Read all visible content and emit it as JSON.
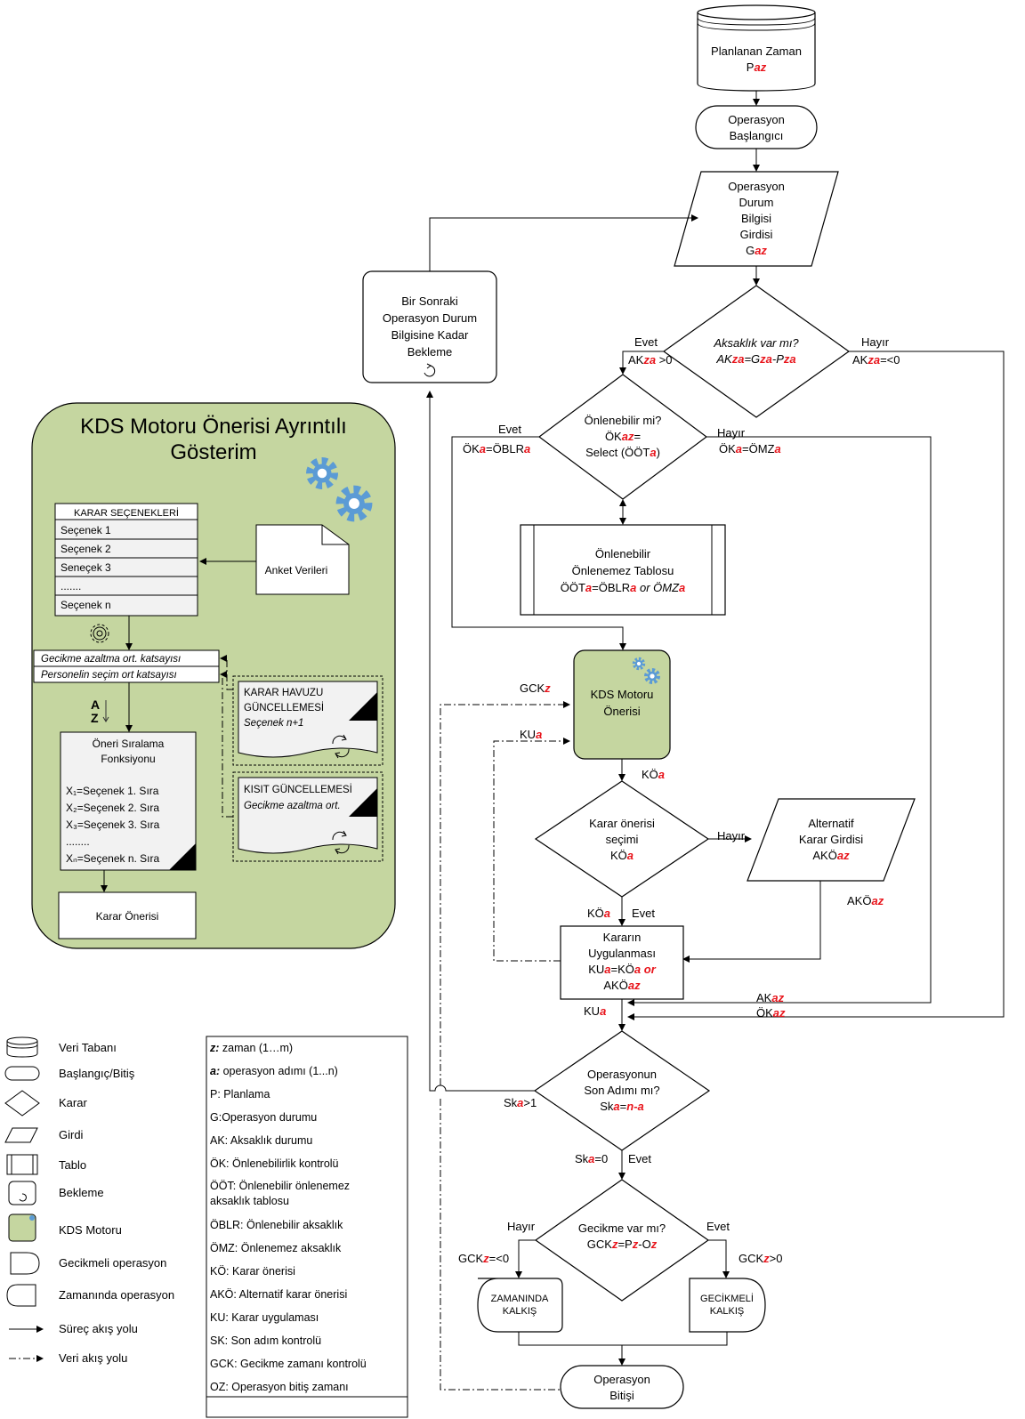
{
  "flow": {
    "db_line1": "Planlanan  Zaman",
    "db_line2": "P",
    "db_sub": "az",
    "start_line1": "Operasyon",
    "start_line2": "Başlangıcı",
    "input_l1": "Operasyon",
    "input_l2": "Durum",
    "input_l3": "Bilgisi",
    "input_l4": "Girdisi",
    "input_l5": "G",
    "input_sub": "az",
    "wait_l1": "Bir Sonraki",
    "wait_l2": "Operasyon Durum",
    "wait_l3": "Bilgisine Kadar",
    "wait_l4": "Bekleme",
    "d1_q": "Aksaklık var mı?",
    "d1_f_a": "AK",
    "d1_f_b": "za",
    "d1_f_c": "=G",
    "d1_f_d": "za",
    "d1_f_e": "-P",
    "d1_f_f": "za",
    "d1_yes": "Evet",
    "d1_no": "Hayır",
    "d1_yes_cond_a": "AK",
    "d1_yes_cond_b": "za",
    "d1_yes_cond_c": " >0",
    "d1_no_cond_a": "AK",
    "d1_no_cond_b": "za",
    "d1_no_cond_c": "=<0",
    "d2_q": "Önlenebilir mi?",
    "d2_f1_a": "ÖK",
    "d2_f1_b": "az",
    "d2_f1_c": "=",
    "d2_f2_a": "Select (ÖÖT",
    "d2_f2_b": "a",
    "d2_f2_c": ")",
    "d2_yes": "Evet",
    "d2_no": "Hayır",
    "d2_yes_cond_a": "ÖK",
    "d2_yes_cond_b": "a",
    "d2_yes_cond_c": "=ÖBLR",
    "d2_yes_cond_d": "a",
    "d2_no_cond_a": "ÖK",
    "d2_no_cond_b": "a",
    "d2_no_cond_c": "=ÖMZ",
    "d2_no_cond_d": "a",
    "table_l1": "Önlenebilir",
    "table_l2": "Önlenemez Tablosu",
    "table_l3_a": "ÖÖT",
    "table_l3_b": "a",
    "table_l3_c": "=ÖBLR",
    "table_l3_d": "a",
    "table_l3_e": " or ÖMZ",
    "table_l3_f": "a",
    "kds_l1": "KDS Motoru",
    "kds_l2": "Önerisi",
    "gck_label_a": "GCK",
    "gck_label_b": "z",
    "ku_label_a": "KU",
    "ku_label_b": "a",
    "ko_label_a": "KÖ",
    "ko_label_b": "a",
    "d3_l1": "Karar önerisi",
    "d3_l2": "seçimi",
    "d3_l3_a": "KÖ",
    "d3_l3_b": "a",
    "d3_no": "Hayır",
    "d3_yes": "Evet",
    "d3_yes_cond_a": "KÖ",
    "d3_yes_cond_b": "a",
    "alt_l1": "Alternatif",
    "alt_l2": "Karar  Girdisi",
    "alt_l3_a": "AKÖ",
    "alt_l3_b": "az",
    "ako_label_a": "AKÖ",
    "ako_label_b": "az",
    "apply_l1": "Kararın",
    "apply_l2": "Uygulanması",
    "apply_l3_a": "KU",
    "apply_l3_b": "a",
    "apply_l3_c": "=KÖ",
    "apply_l3_d": "a or",
    "apply_l4_a": "AKÖ",
    "apply_l4_b": "az",
    "ku2_a": "KU",
    "ku2_b": "a",
    "akz_a": "AK",
    "akz_b": "az",
    "okz_a": "ÖK",
    "okz_b": "az",
    "d4_l1": "Operasyonun",
    "d4_l2": "Son Adımı mı?",
    "d4_l3_a": "Sk",
    "d4_l3_b": "a",
    "d4_l3_c": "=",
    "d4_l3_d": "n-a",
    "d4_left_a": "Sk",
    "d4_left_b": "a",
    "d4_left_c": ">1",
    "d4_bottom_a": "Sk",
    "d4_bottom_b": "a",
    "d4_bottom_c": "=0",
    "d4_yes": "Evet",
    "d5_l1": "Gecikme var mı?",
    "d5_l2_a": "GCK",
    "d5_l2_b": "z",
    "d5_l2_c": "=P",
    "d5_l2_d": "z",
    "d5_l2_e": "-O",
    "d5_l2_f": "z",
    "d5_no": "Hayır",
    "d5_yes": "Evet",
    "d5_no_cond_a": "GCK",
    "d5_no_cond_b": "z",
    "d5_no_cond_c": "=<0",
    "d5_yes_cond_a": "GCK",
    "d5_yes_cond_b": "z",
    "d5_yes_cond_c": ">0",
    "ontime_l1": "ZAMANINDA",
    "ontime_l2": "KALKIŞ",
    "late_l1": "GECİKMELİ",
    "late_l2": "KALKIŞ",
    "end_l1": "Operasyon",
    "end_l2": "Bitişi"
  },
  "detail": {
    "title_l1": "KDS Motoru Önerisi Ayrıntılı",
    "title_l2": "Gösterim",
    "options_header": "KARAR SEÇENEKLERİ",
    "options": [
      "Seçenek 1",
      "Seçenek 2",
      "Seneçek 3",
      ".......",
      "Seçenek n"
    ],
    "survey": "Anket Verileri",
    "coef1": "Gecikme azaltma ort. katsayısı",
    "coef2": "Personelin seçim ort katsayısı",
    "sort_l1": "Öneri Sıralama",
    "sort_l2": "Fonksiyonu",
    "sort_items": [
      "X₁=Seçenek 1. Sıra",
      "X₂=Seçenek 2. Sıra",
      "X₃=Seçenek 3. Sıra",
      "........",
      "Xₙ=Seçenek n. Sıra"
    ],
    "pool_l1": "KARAR HAVUZU",
    "pool_l2": "GÜNCELLEMESİ",
    "pool_l3": "Seçenek n+1",
    "constraint_l1": "KISIT GÜNCELLEMESİ",
    "constraint_l2": "Gecikme azaltma ort.",
    "decision": "Karar Önerisi",
    "az_label": "A Z"
  },
  "legend": {
    "items": [
      "Veri Tabanı",
      "Başlangıç/Bitiş",
      "Karar",
      "Girdi",
      "Tablo",
      "Bekleme",
      "KDS Motoru",
      "Gecikmeli operasyon",
      "Zamanında operasyon",
      "Süreç akış yolu",
      "Veri akış yolu"
    ],
    "defs": [
      {
        "k": "z:",
        "v": " zaman (1…m)"
      },
      {
        "k": "a:",
        "v": " operasyon adımı (1...n)"
      },
      {
        "k": "",
        "v": "P: Planlama"
      },
      {
        "k": "",
        "v": "G:Operasyon durumu"
      },
      {
        "k": "",
        "v": "AK: Aksaklık durumu"
      },
      {
        "k": "",
        "v": "ÖK: Önlenebilirlik kontrolü"
      },
      {
        "k": "",
        "v": "ÖÖT: Önlenebilir önlenemez"
      },
      {
        "k": "",
        "v": "aksaklık tablosu"
      },
      {
        "k": "",
        "v": "ÖBLR: Önlenebilir aksaklık"
      },
      {
        "k": "",
        "v": "ÖMZ: Önlenemez aksaklık"
      },
      {
        "k": "",
        "v": "KÖ: Karar önerisi"
      },
      {
        "k": "",
        "v": "AKÖ: Alternatif karar önerisi"
      },
      {
        "k": "",
        "v": "KU: Karar uygulaması"
      },
      {
        "k": "",
        "v": "SK: Son adım kontrolü"
      },
      {
        "k": "",
        "v": "GCK: Gecikme zamanı kontrolü"
      },
      {
        "k": "",
        "v": "OZ: Operasyon bitiş zamanı"
      }
    ]
  },
  "colors": {
    "green": "#c5d6a0",
    "red": "#e8141b",
    "gear": "#5b9bd5"
  }
}
